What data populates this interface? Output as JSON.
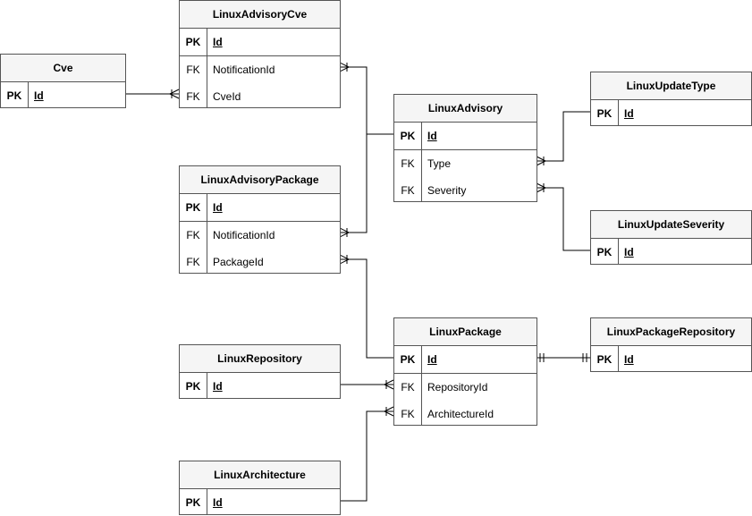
{
  "entities": {
    "cve": {
      "name": "Cve",
      "pk_label": "PK",
      "pk_field": "Id"
    },
    "linux_advisory_cve": {
      "name": "LinuxAdvisoryCve",
      "pk_label": "PK",
      "pk_field": "Id",
      "fk_label": "FK",
      "fields": [
        "NotificationId",
        "CveId"
      ]
    },
    "linux_advisory_package": {
      "name": "LinuxAdvisoryPackage",
      "pk_label": "PK",
      "pk_field": "Id",
      "fk_label": "FK",
      "fields": [
        "NotificationId",
        "PackageId"
      ]
    },
    "linux_advisory": {
      "name": "LinuxAdvisory",
      "pk_label": "PK",
      "pk_field": "Id",
      "fk_label": "FK",
      "fields": [
        "Type",
        "Severity"
      ]
    },
    "linux_update_type": {
      "name": "LinuxUpdateType",
      "pk_label": "PK",
      "pk_field": "Id"
    },
    "linux_update_severity": {
      "name": "LinuxUpdateSeverity",
      "pk_label": "PK",
      "pk_field": "Id"
    },
    "linux_package": {
      "name": "LinuxPackage",
      "pk_label": "PK",
      "pk_field": "Id",
      "fk_label": "FK",
      "fields": [
        "RepositoryId",
        "ArchitectureId"
      ]
    },
    "linux_package_repository": {
      "name": "LinuxPackageRepository",
      "pk_label": "PK",
      "pk_field": "Id"
    },
    "linux_repository": {
      "name": "LinuxRepository",
      "pk_label": "PK",
      "pk_field": "Id"
    },
    "linux_architecture": {
      "name": "LinuxArchitecture",
      "pk_label": "PK",
      "pk_field": "Id"
    }
  },
  "relationships": [
    {
      "from": "Cve.Id",
      "to": "LinuxAdvisoryCve.CveId",
      "cardinality": "one-to-many"
    },
    {
      "from": "LinuxAdvisory.Id",
      "to": "LinuxAdvisoryCve.NotificationId",
      "cardinality": "one-to-many"
    },
    {
      "from": "LinuxAdvisory.Id",
      "to": "LinuxAdvisoryPackage.NotificationId",
      "cardinality": "one-to-many"
    },
    {
      "from": "LinuxUpdateType.Id",
      "to": "LinuxAdvisory.Type",
      "cardinality": "one-to-many"
    },
    {
      "from": "LinuxUpdateSeverity.Id",
      "to": "LinuxAdvisory.Severity",
      "cardinality": "one-to-many"
    },
    {
      "from": "LinuxPackage.Id",
      "to": "LinuxAdvisoryPackage.PackageId",
      "cardinality": "one-to-many"
    },
    {
      "from": "LinuxPackage.Id",
      "to": "LinuxPackageRepository.Id",
      "cardinality": "one-to-one"
    },
    {
      "from": "LinuxRepository.Id",
      "to": "LinuxPackage.RepositoryId",
      "cardinality": "one-to-many"
    },
    {
      "from": "LinuxArchitecture.Id",
      "to": "LinuxPackage.ArchitectureId",
      "cardinality": "one-to-many"
    }
  ]
}
